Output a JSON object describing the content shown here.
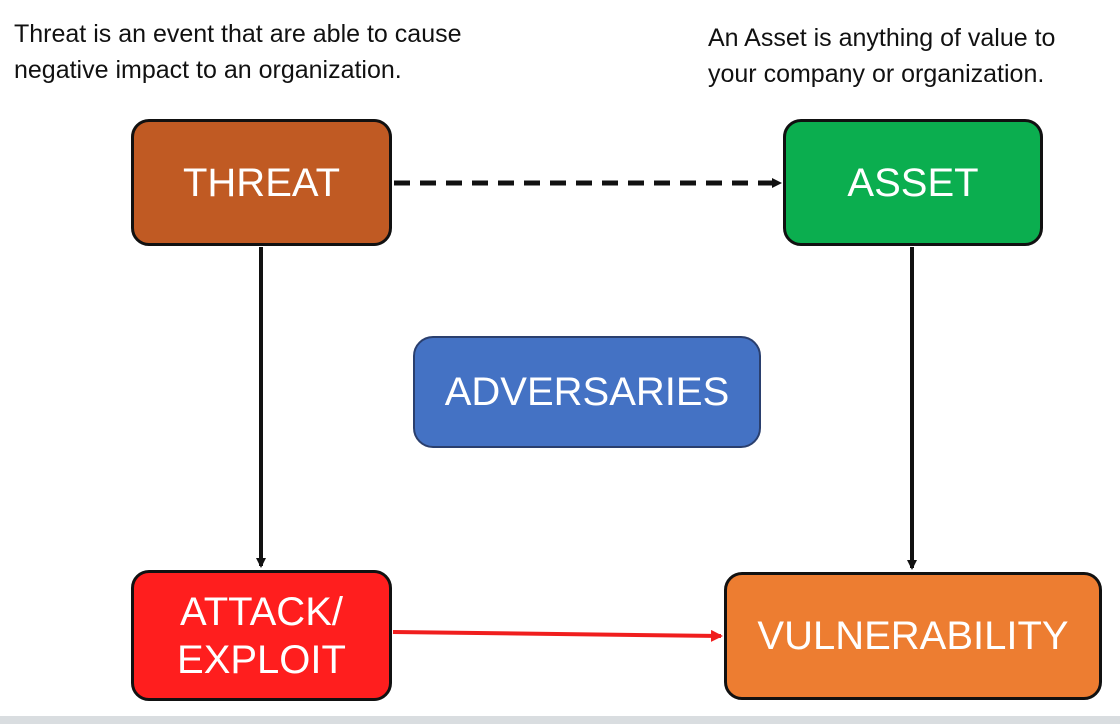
{
  "annotations": {
    "threat_definition": [
      "Threat is an event that are able to cause",
      "negative impact to an organization."
    ],
    "asset_definition": [
      "An Asset is anything of value to",
      "your company or organization."
    ]
  },
  "nodes": {
    "threat": {
      "lines": [
        "THREAT"
      ],
      "color": "#C05A23"
    },
    "asset": {
      "lines": [
        "ASSET"
      ],
      "color": "#0BAE4F"
    },
    "adversaries": {
      "lines": [
        "ADVERSARIES"
      ],
      "color": "#4472C4"
    },
    "attack_exploit": {
      "lines": [
        "ATTACK/",
        "EXPLOIT"
      ],
      "color": "#FF1E1E"
    },
    "vulnerability": {
      "lines": [
        "VULNERABILITY"
      ],
      "color": "#ED7D31"
    }
  },
  "edges": [
    {
      "from": "threat",
      "to": "asset",
      "style": "dashed",
      "color": "#111111"
    },
    {
      "from": "threat",
      "to": "attack_exploit",
      "style": "solid",
      "color": "#111111"
    },
    {
      "from": "asset",
      "to": "vulnerability",
      "style": "solid",
      "color": "#111111"
    },
    {
      "from": "attack_exploit",
      "to": "vulnerability",
      "style": "solid",
      "color": "#F01E1E"
    }
  ]
}
